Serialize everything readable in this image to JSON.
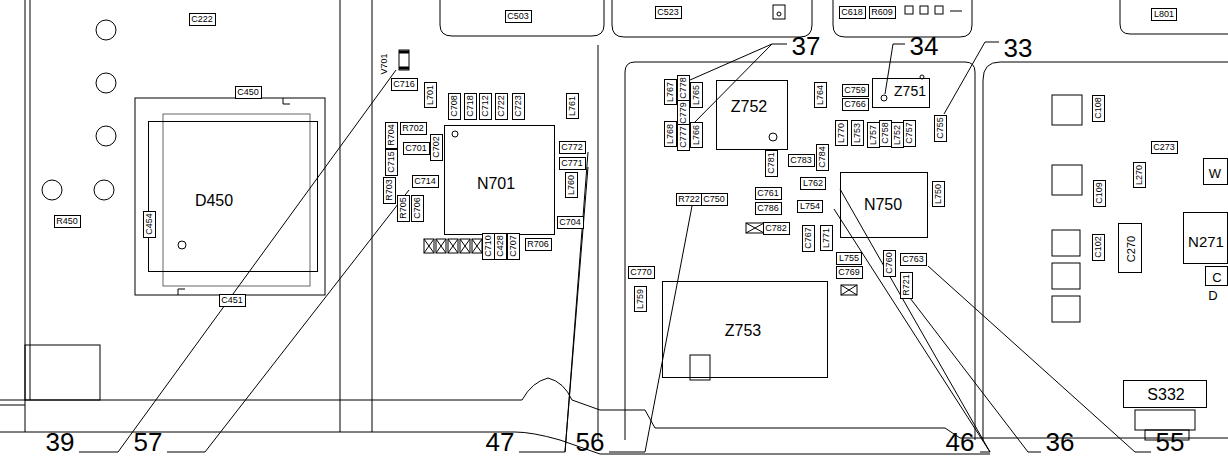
{
  "diagram": {
    "nodes": [
      {
        "text": [
          "C222"
        ]
      },
      {
        "text": [
          "C503"
        ]
      },
      {
        "text": [
          "C523"
        ]
      },
      {
        "text": [
          "C618"
        ]
      },
      {
        "text": [
          "R609"
        ]
      },
      {
        "text": [
          "L801"
        ]
      },
      {
        "text": [
          "C450"
        ]
      },
      {
        "text": [
          "D450"
        ]
      },
      {
        "text": [
          "R450"
        ]
      },
      {
        "text": [
          "C454"
        ]
      },
      {
        "text": [
          "C451"
        ]
      },
      {
        "text": [
          "C716"
        ]
      },
      {
        "text": [
          "L701"
        ]
      },
      {
        "text": [
          "C708"
        ]
      },
      {
        "text": [
          "C718"
        ]
      },
      {
        "text": [
          "C712"
        ]
      },
      {
        "text": [
          "C722"
        ]
      },
      {
        "text": [
          "C723"
        ]
      },
      {
        "text": [
          "L761"
        ]
      },
      {
        "text": [
          "R702"
        ]
      },
      {
        "text": [
          "R704"
        ]
      },
      {
        "text": [
          "C715"
        ]
      },
      {
        "text": [
          "C701"
        ]
      },
      {
        "text": [
          "C702"
        ]
      },
      {
        "text": [
          "N701"
        ]
      },
      {
        "text": [
          "C772"
        ]
      },
      {
        "text": [
          "C771"
        ]
      },
      {
        "text": [
          "C714"
        ]
      },
      {
        "text": [
          "R703"
        ]
      },
      {
        "text": [
          "L760"
        ]
      },
      {
        "text": [
          "R705"
        ]
      },
      {
        "text": [
          "C706"
        ]
      },
      {
        "text": [
          "C704"
        ]
      },
      {
        "text": [
          "C710"
        ]
      },
      {
        "text": [
          "C428"
        ]
      },
      {
        "text": [
          "C707"
        ]
      },
      {
        "text": [
          "R706"
        ]
      },
      {
        "text": [
          "L767"
        ]
      },
      {
        "text": [
          "C778"
        ]
      },
      {
        "text": [
          "L765"
        ]
      },
      {
        "text": [
          "C779"
        ]
      },
      {
        "text": [
          "L768"
        ]
      },
      {
        "text": [
          "C777"
        ]
      },
      {
        "text": [
          "L766"
        ]
      },
      {
        "text": [
          "Z752"
        ]
      },
      {
        "text": [
          "L764"
        ]
      },
      {
        "text": [
          "C759"
        ]
      },
      {
        "text": [
          "C766"
        ]
      },
      {
        "text": [
          "Z751"
        ]
      },
      {
        "text": [
          "C755"
        ]
      },
      {
        "text": [
          "L770"
        ]
      },
      {
        "text": [
          "L753"
        ]
      },
      {
        "text": [
          "L757"
        ]
      },
      {
        "text": [
          "C758"
        ]
      },
      {
        "text": [
          "L752"
        ]
      },
      {
        "text": [
          "C757"
        ]
      },
      {
        "text": [
          "C781"
        ]
      },
      {
        "text": [
          "C783"
        ]
      },
      {
        "text": [
          "C784"
        ]
      },
      {
        "text": [
          "L762"
        ]
      },
      {
        "text": [
          "N750"
        ]
      },
      {
        "text": [
          "L750"
        ]
      },
      {
        "text": [
          "C761"
        ]
      },
      {
        "text": [
          "R722"
        ]
      },
      {
        "text": [
          "C750"
        ]
      },
      {
        "text": [
          "L754"
        ]
      },
      {
        "text": [
          "C786"
        ]
      },
      {
        "text": [
          "C782"
        ]
      },
      {
        "text": [
          "C767"
        ]
      },
      {
        "text": [
          "L771"
        ]
      },
      {
        "text": [
          "L755"
        ]
      },
      {
        "text": [
          "C760"
        ]
      },
      {
        "text": [
          "C763"
        ]
      },
      {
        "text": [
          "C769"
        ]
      },
      {
        "text": [
          "R721"
        ]
      },
      {
        "text": [
          "C770"
        ]
      },
      {
        "text": [
          "L759"
        ]
      },
      {
        "text": [
          "Z753"
        ]
      },
      {
        "text": [
          "C108"
        ]
      },
      {
        "text": [
          "C273"
        ]
      },
      {
        "text": [
          "W"
        ]
      },
      {
        "text": [
          "L270"
        ]
      },
      {
        "text": [
          "C109"
        ]
      },
      {
        "text": [
          "C102"
        ]
      },
      {
        "text": [
          "C270"
        ]
      },
      {
        "text": [
          "N271"
        ]
      },
      {
        "text": [
          "C"
        ]
      },
      {
        "text": [
          "S332"
        ]
      }
    ],
    "labels": [
      "V701",
      "37",
      "34",
      "33",
      "D",
      "39",
      "57",
      "47",
      "56",
      "46",
      "36",
      "55"
    ]
  }
}
